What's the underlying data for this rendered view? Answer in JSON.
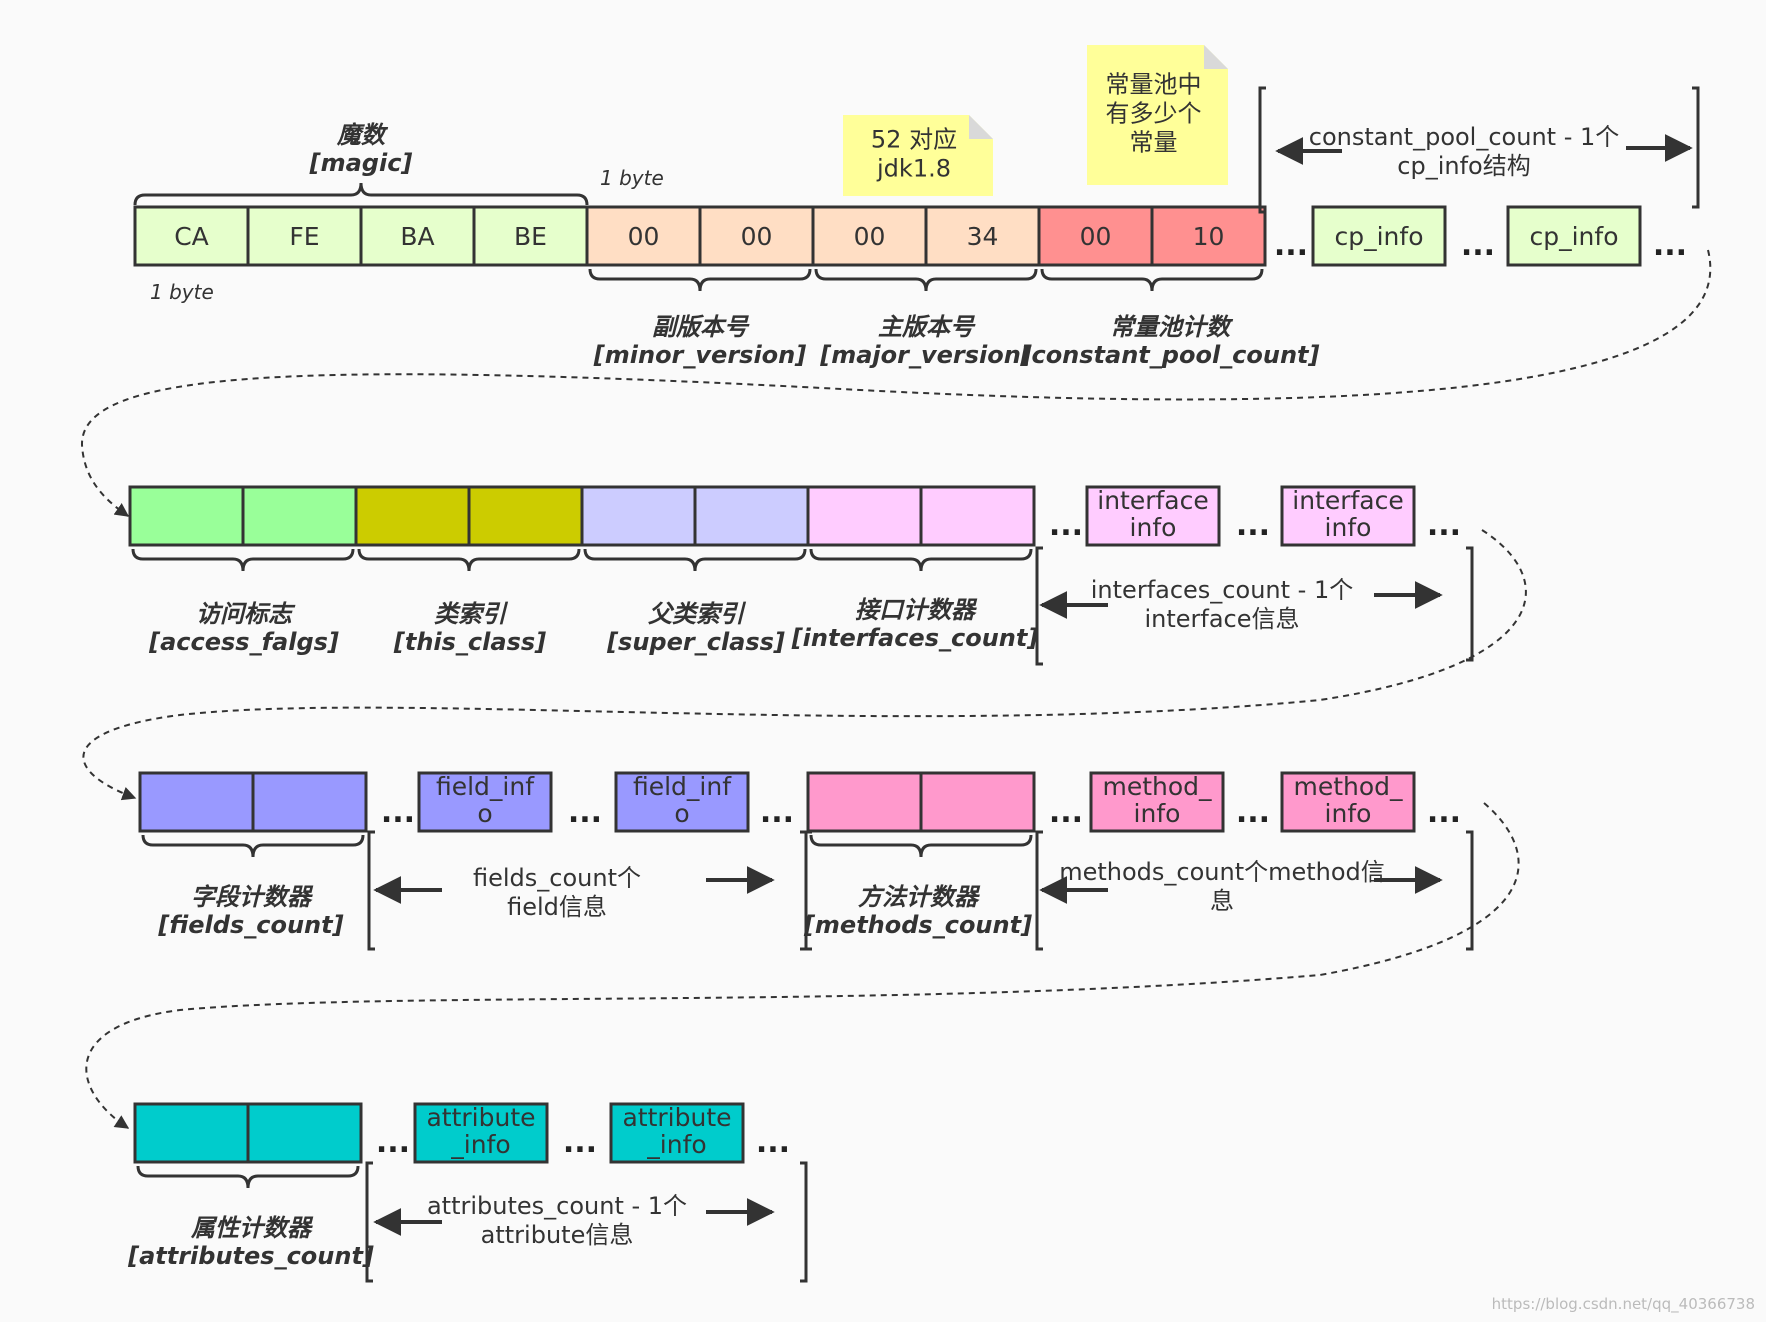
{
  "colors": {
    "magic": "#e6ffcc",
    "minor_major": "#ffdec4",
    "cp_count": "#ff9090",
    "cp_info": "#e6ffcc",
    "access": "#99ff99",
    "this_class": "#cccc00",
    "super_class": "#ccccff",
    "interfaces": "#ffccff",
    "fields": "#9999ff",
    "methods": "#ff99cc",
    "attributes": "#00cccc",
    "note": "#ffff99",
    "stroke": "#333333"
  },
  "row1": {
    "magic_cells": [
      "CA",
      "FE",
      "BA",
      "BE"
    ],
    "minor_cells": [
      "00",
      "00"
    ],
    "major_cells": [
      "00",
      "34"
    ],
    "cp_count_cells": [
      "00",
      "10"
    ],
    "cp_info_box": "cp_info",
    "byte_label_top": "1 byte",
    "byte_label_bottom": "1 byte",
    "magic_label": [
      "魔数",
      "[magic]"
    ],
    "minor_label": [
      "副版本号",
      "[minor_version]"
    ],
    "major_label": [
      "主版本号",
      "[major_version]"
    ],
    "cp_count_label": [
      "常量池计数",
      "[constant_pool_count]"
    ],
    "note_jdk": [
      "52 对应",
      "jdk1.8"
    ],
    "note_cp": [
      "常量池中",
      "有多少个",
      "常量"
    ],
    "span_text": [
      "constant_pool_count - 1个",
      "cp_info结构"
    ]
  },
  "row2": {
    "interface_box": [
      "interface",
      "info"
    ],
    "access_label": [
      "访问标志",
      "[access_falgs]"
    ],
    "this_label": [
      "类索引",
      "[this_class]"
    ],
    "super_label": [
      "父类索引",
      "[super_class]"
    ],
    "interfaces_label": [
      "接口计数器",
      "[interfaces_count]"
    ],
    "span_text": [
      "interfaces_count - 1个",
      "interface信息"
    ]
  },
  "row3": {
    "field_box": [
      "field_inf",
      "o"
    ],
    "method_box": [
      "method_",
      "info"
    ],
    "fields_label": [
      "字段计数器",
      "[fields_count]"
    ],
    "methods_label": [
      "方法计数器",
      "[methods_count]"
    ],
    "fields_span": [
      "fields_count个",
      "field信息"
    ],
    "methods_span": [
      "methods_count个method信",
      "息"
    ]
  },
  "row4": {
    "attribute_box": [
      "attribute",
      "_info"
    ],
    "attributes_label": [
      "属性计数器",
      "[attributes_count]"
    ],
    "span_text": [
      "attributes_count - 1个",
      "attribute信息"
    ]
  },
  "ellipsis": "...",
  "watermark": "https://blog.csdn.net/qq_40366738"
}
